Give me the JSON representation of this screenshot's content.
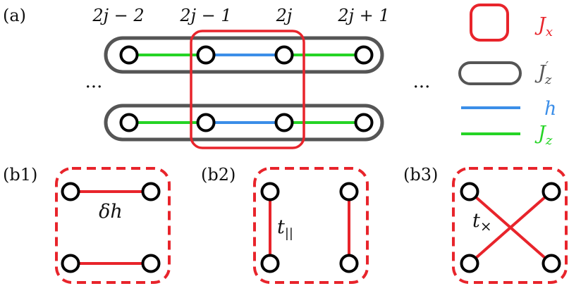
{
  "panel_a": {
    "label": "(a)",
    "column_labels": [
      "2j − 2",
      "2j − 1",
      "2j",
      "2j + 1"
    ],
    "ellipsis_left": "···",
    "ellipsis_right": "···"
  },
  "legend": {
    "jx": "Jx",
    "jz_prime": "J′z",
    "h": "h",
    "jz": "Jz"
  },
  "panel_b1": {
    "label": "(b1)",
    "annotation": "δh"
  },
  "panel_b2": {
    "label": "(b2)",
    "annotation": "t||"
  },
  "panel_b3": {
    "label": "(b3)",
    "annotation": "t×"
  },
  "colors": {
    "red": "#e8242b",
    "gray": "#555555",
    "blue": "#3b8ee8",
    "green": "#25d425",
    "black": "#000000"
  }
}
